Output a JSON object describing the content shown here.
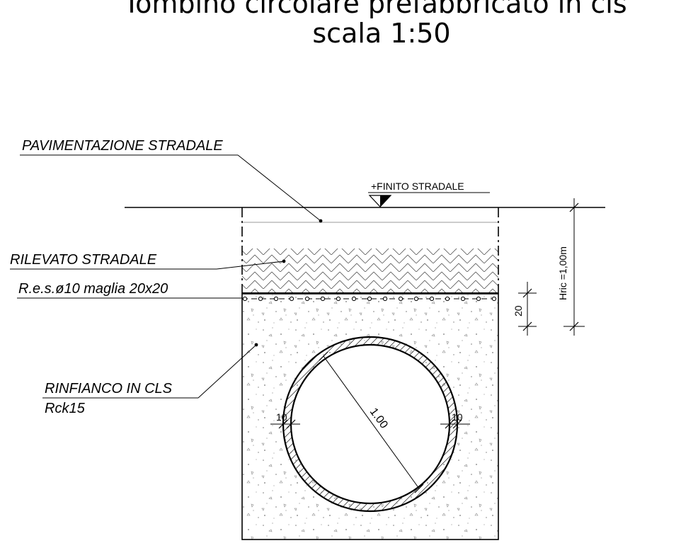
{
  "title": {
    "line1": "Tombino circolare prefabbricato in cls",
    "line2": "scala 1:50"
  },
  "labels": {
    "pavimentazione": "PAVIMENTAZIONE  STRADALE",
    "finito": "+FINITO  STRADALE",
    "rilevato": "RILEVATO  STRADALE",
    "res": "R.e.s.ø10  maglia  20x20",
    "rinfianco": "RINFIANCO  IN  CLS",
    "rck": "Rck15"
  },
  "dimensions": {
    "hric": "Hric =1,00m",
    "layer": "20",
    "diameter": "1.00",
    "wall_left": "10",
    "wall_right": "10"
  }
}
